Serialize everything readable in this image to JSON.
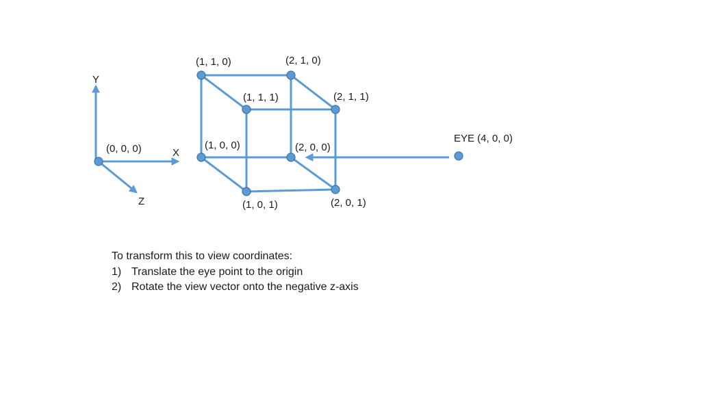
{
  "colors": {
    "line": "#5b9bd5",
    "point": "#5b9bd5",
    "point_outline": "#41719c",
    "text": "#1a1a1a"
  },
  "axes": {
    "y": "Y",
    "x": "X",
    "z": "Z"
  },
  "points": {
    "origin": "(0, 0, 0)",
    "p110": "(1, 1, 0)",
    "p210": "(2, 1, 0)",
    "p111": "(1, 1, 1)",
    "p211": "(2, 1, 1)",
    "p100": "(1, 0, 0)",
    "p200": "(2, 0, 0)",
    "p101": "(1, 0, 1)",
    "p201": "(2, 0, 1)",
    "eye": "EYE (4, 0, 0)"
  },
  "instructions": {
    "intro": "To transform this to view coordinates:",
    "steps": [
      {
        "num": "1)",
        "text": "Translate the eye point to the origin"
      },
      {
        "num": "2)",
        "text": "Rotate the view vector onto the negative z-axis"
      }
    ]
  }
}
